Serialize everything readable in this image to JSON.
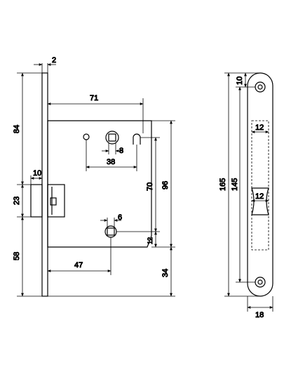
{
  "figure": {
    "kind": "technical drawing of a mortise latch lock with faceplate",
    "line_color": "#000000",
    "background": "#ffffff"
  },
  "dimensions": {
    "faceplate_thickness": "2",
    "backset_width": "71",
    "height_top_to_follower": "84",
    "follower_square_offset": "8",
    "hole_to_follower": "38",
    "latch_projection": "10",
    "latch_height": "23",
    "height_below_latch": "58",
    "body_center_distance": "70",
    "body_height": "96",
    "spindle_hole": "6",
    "bottom_hole_offset": "47",
    "body_bottom_inner": "12",
    "lower_offset": "34",
    "strike_hole_offset": "10",
    "strike_total_height": "165",
    "strike_inner_height": "145",
    "strike_upper_width": "12",
    "strike_latch_width": "12",
    "strike_width": "18"
  }
}
